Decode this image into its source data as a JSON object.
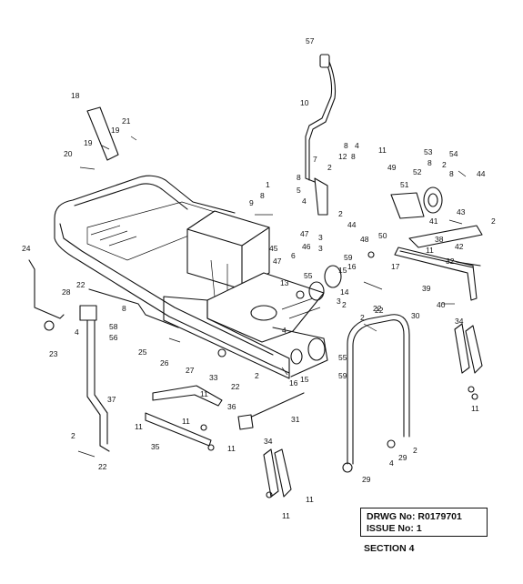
{
  "title_block": {
    "drawing_label": "DRWG No:",
    "drawing_number": "R0179701",
    "issue_label": "ISSUE No:",
    "issue_number": "1",
    "section": "SECTION 4"
  },
  "callouts": [
    "57",
    "10",
    "18",
    "21",
    "19",
    "19",
    "20",
    "8",
    "4",
    "12",
    "8",
    "2",
    "11",
    "7",
    "53",
    "54",
    "8",
    "52",
    "2",
    "8",
    "44",
    "49",
    "9",
    "8",
    "5",
    "8",
    "4",
    "51",
    "43",
    "2",
    "41",
    "2",
    "44",
    "47",
    "3",
    "48",
    "50",
    "11",
    "38",
    "42",
    "45",
    "6",
    "46",
    "3",
    "47",
    "1",
    "17",
    "24",
    "55",
    "59",
    "32",
    "15",
    "16",
    "39",
    "13",
    "14",
    "2",
    "3",
    "22",
    "28",
    "8",
    "22",
    "40",
    "34",
    "30",
    "4",
    "58",
    "56",
    "2",
    "25",
    "22",
    "26",
    "4",
    "27",
    "16",
    "15",
    "59",
    "55",
    "23",
    "11",
    "33",
    "22",
    "2",
    "36",
    "11",
    "37",
    "31",
    "11",
    "11",
    "2",
    "35",
    "11",
    "2",
    "4",
    "29",
    "34",
    "22",
    "29",
    "11",
    "11"
  ]
}
